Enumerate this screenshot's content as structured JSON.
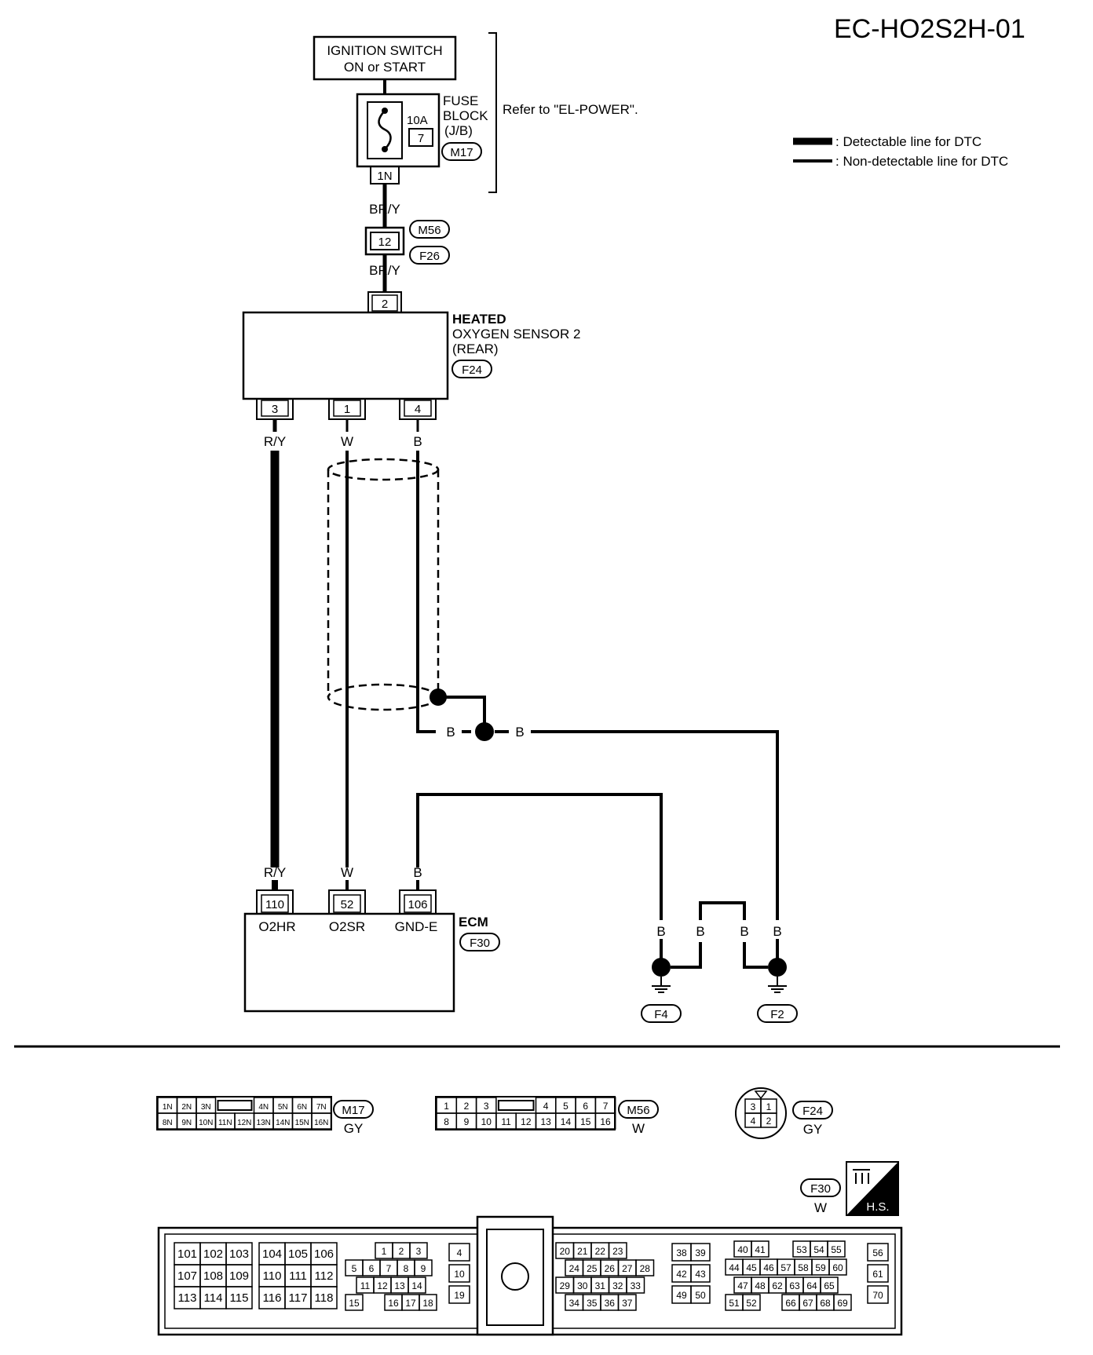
{
  "title": "EC-HO2S2H-01",
  "legend": {
    "detectable": ": Detectable line for DTC",
    "non_detectable": ": Non-detectable line for DTC"
  },
  "ignition": {
    "line1": "IGNITION SWITCH",
    "line2": "ON or START"
  },
  "fuse": {
    "amp": "10A",
    "number": "7",
    "label1": "FUSE",
    "label2": "BLOCK",
    "label3": "(J/B)",
    "conn": "M17",
    "pin": "1N",
    "refer": "Refer to \"EL-POWER\"."
  },
  "joint": {
    "pin": "12",
    "conn_top": "M56",
    "conn_bottom": "F26"
  },
  "wire_colors": {
    "br_y": "BR/Y",
    "r_y": "R/Y",
    "w": "W",
    "b": "B"
  },
  "sensor": {
    "line1": "HEATED",
    "line2": "OXYGEN SENSOR 2",
    "line3": "(REAR)",
    "conn": "F24",
    "pin_top": "2",
    "pins_bottom": [
      "3",
      "1",
      "4"
    ]
  },
  "ecm": {
    "label": "ECM",
    "conn": "F30",
    "pins": [
      "110",
      "52",
      "106"
    ],
    "terms": [
      "O2HR",
      "O2SR",
      "GND-E"
    ]
  },
  "grounds": [
    "F4",
    "F2"
  ],
  "connectors": {
    "m17": {
      "name": "M17",
      "color": "GY",
      "row1": [
        "1N",
        "2N",
        "3N",
        "4N",
        "5N",
        "6N",
        "7N"
      ],
      "row2": [
        "8N",
        "9N",
        "10N",
        "11N",
        "12N",
        "13N",
        "14N",
        "15N",
        "16N"
      ]
    },
    "m56": {
      "name": "M56",
      "color": "W",
      "row1": [
        "1",
        "2",
        "3",
        "4",
        "5",
        "6",
        "7"
      ],
      "row2": [
        "8",
        "9",
        "10",
        "11",
        "12",
        "13",
        "14",
        "15",
        "16"
      ]
    },
    "f24": {
      "name": "F24",
      "color": "GY",
      "pins": [
        "3",
        "1",
        "4",
        "2"
      ]
    },
    "f30": {
      "name": "F30",
      "color": "W",
      "badge": "H.S."
    }
  },
  "ecm_pins": {
    "g1": [
      [
        "101",
        "102",
        "103"
      ],
      [
        "107",
        "108",
        "109"
      ],
      [
        "113",
        "114",
        "115"
      ]
    ],
    "g2": [
      [
        "104",
        "105",
        "106"
      ],
      [
        "110",
        "111",
        "112"
      ],
      [
        "116",
        "117",
        "118"
      ]
    ],
    "g3r1": [
      "1",
      "2",
      "3"
    ],
    "g3r2": [
      "5",
      "6",
      "7",
      "8",
      "9"
    ],
    "g3r3": [
      "11",
      "12",
      "13",
      "14"
    ],
    "g3r4": [
      "15",
      "16",
      "17",
      "18"
    ],
    "g4": [
      "4",
      "10",
      "19"
    ],
    "g5r1": [
      "20",
      "21",
      "22",
      "23"
    ],
    "g5r2": [
      "24",
      "25",
      "26",
      "27",
      "28"
    ],
    "g5r3": [
      "29",
      "30",
      "31",
      "32",
      "33"
    ],
    "g5r4": [
      "34",
      "35",
      "36",
      "37"
    ],
    "g6": [
      [
        "38",
        "39"
      ],
      [
        "42",
        "43"
      ],
      [
        "49",
        "50"
      ]
    ],
    "g7r1a": [
      "40",
      "41"
    ],
    "g7r1b": [
      "53",
      "54",
      "55"
    ],
    "g7r2": [
      "44",
      "45",
      "46",
      "57",
      "58",
      "59",
      "60"
    ],
    "g7r3": [
      "47",
      "48",
      "62",
      "63",
      "64",
      "65"
    ],
    "g7r4a": [
      "51",
      "52"
    ],
    "g7r4b": [
      "66",
      "67",
      "68",
      "69"
    ],
    "g8": [
      "56",
      "61",
      "70"
    ]
  },
  "colors": {
    "line": "#000000",
    "background": "#ffffff"
  }
}
